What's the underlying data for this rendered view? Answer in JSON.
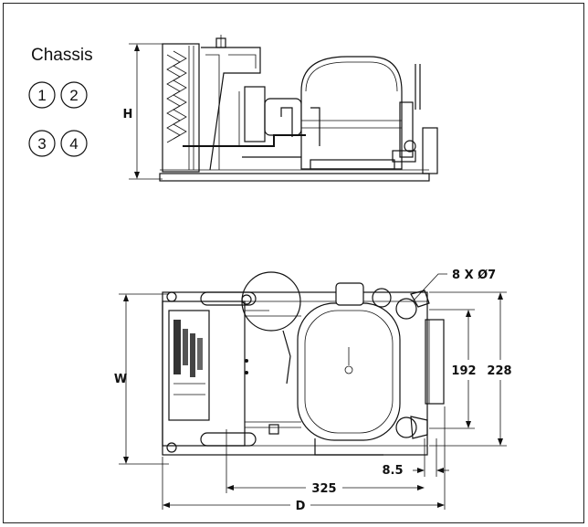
{
  "legend": {
    "title": "Chassis",
    "options": [
      "1",
      "2",
      "3",
      "4"
    ]
  },
  "dimensions": {
    "height_label": "H",
    "width_label": "W",
    "depth_label": "D",
    "mount_width": "192",
    "overall_width": "228",
    "mount_depth": "325",
    "offset": "8.5",
    "holes_note": "8 X Ø7"
  }
}
